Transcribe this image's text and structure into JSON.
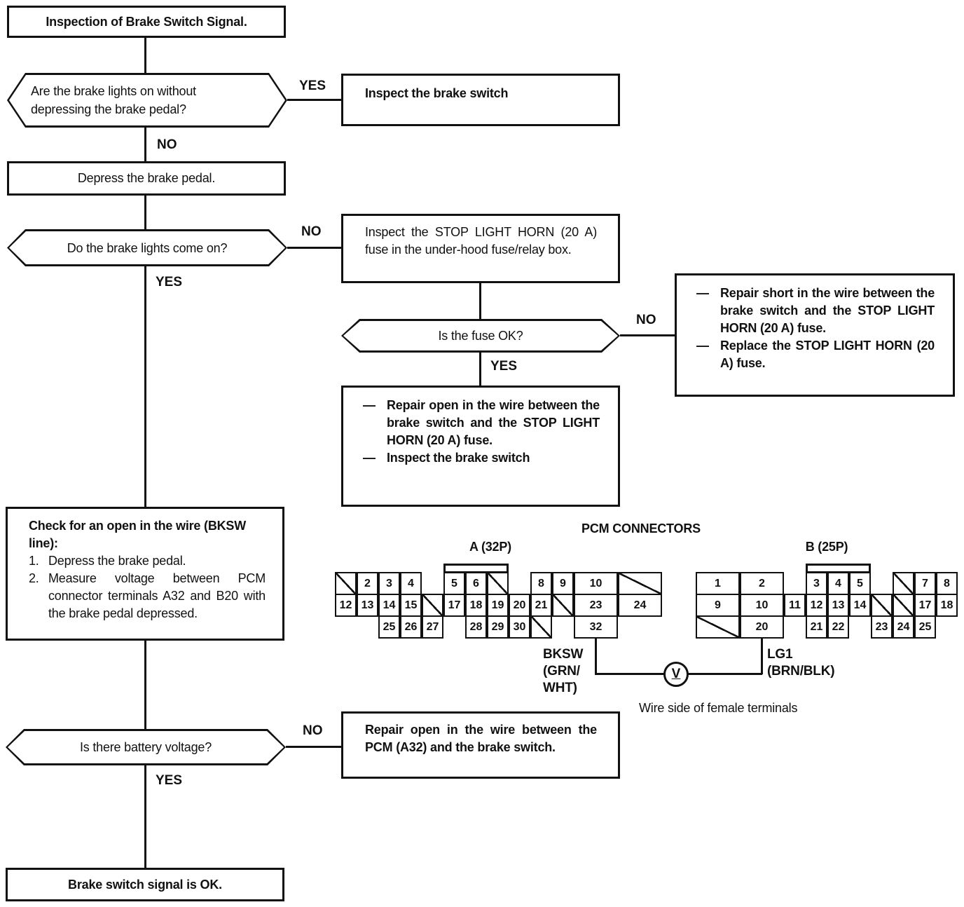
{
  "title": "Inspection of Brake Switch Signal.",
  "labels": {
    "yes": "YES",
    "no": "NO",
    "dash": "—"
  },
  "nodes": {
    "q_brake_lights_on": "Are the brake lights on without depressing the brake pedal?",
    "inspect_brake_switch": "Inspect the brake switch",
    "depress_pedal": "Depress the brake pedal.",
    "q_brake_lights_come_on": "Do the brake lights come on?",
    "inspect_fuse": "Inspect the STOP LIGHT HORN (20 A) fuse in the under-hood fuse/relay box.",
    "q_fuse_ok": "Is the fuse OK?",
    "fuse_no_actions": [
      "Repair short in the wire between the brake switch and the STOP LIGHT HORN (20 A) fuse.",
      "Replace the STOP LIGHT HORN (20 A) fuse."
    ],
    "fuse_yes_actions": [
      "Repair open in the wire between the brake switch and the STOP LIGHT HORN (20 A) fuse.",
      "Inspect the brake switch"
    ],
    "check_open_heading": "Check for an open in the wire (BKSW line):",
    "check_open_steps": [
      {
        "n": "1.",
        "t": "Depress the brake pedal."
      },
      {
        "n": "2.",
        "t": "Measure voltage between PCM connector terminals A32 and B20 with the brake pedal depressed."
      }
    ],
    "q_battery_voltage": "Is there battery voltage?",
    "battery_no_action": "Repair open in the wire between the PCM (A32) and the brake switch.",
    "signal_ok": "Brake switch signal is OK."
  },
  "connectors": {
    "title": "PCM CONNECTORS",
    "note": "Wire side of female terminals",
    "meter_symbol": "V",
    "probe_a": {
      "lines": [
        "BKSW",
        "(GRN/",
        "WHT)"
      ]
    },
    "probe_b": {
      "lines": [
        "LG1",
        "(BRN/BLK)"
      ]
    },
    "a": {
      "label": "A (32P)",
      "col_units": [
        1,
        1,
        1,
        1,
        1,
        1,
        1,
        1,
        1,
        1,
        1,
        2,
        2
      ],
      "tab_cols": [
        5,
        7
      ],
      "rows": [
        [
          {
            "c": 0,
            "s": 1
          },
          {
            "c": 1,
            "v": "2"
          },
          {
            "c": 2,
            "v": "3"
          },
          {
            "c": 3,
            "v": "4"
          },
          {
            "c": 5,
            "v": "5"
          },
          {
            "c": 6,
            "v": "6"
          },
          {
            "c": 7,
            "s": 1
          },
          {
            "c": 9,
            "v": "8"
          },
          {
            "c": 10,
            "v": "9"
          },
          {
            "c": 11,
            "v": "10"
          },
          {
            "c": 12,
            "s": 1
          }
        ],
        [
          {
            "c": 0,
            "v": "12"
          },
          {
            "c": 1,
            "v": "13"
          },
          {
            "c": 2,
            "v": "14"
          },
          {
            "c": 3,
            "v": "15"
          },
          {
            "c": 4,
            "s": 1
          },
          {
            "c": 5,
            "v": "17"
          },
          {
            "c": 6,
            "v": "18"
          },
          {
            "c": 7,
            "v": "19"
          },
          {
            "c": 8,
            "v": "20"
          },
          {
            "c": 9,
            "v": "21"
          },
          {
            "c": 10,
            "s": 1
          },
          {
            "c": 11,
            "v": "23"
          },
          {
            "c": 12,
            "v": "24"
          }
        ],
        [
          {
            "c": 2,
            "v": "25"
          },
          {
            "c": 3,
            "v": "26"
          },
          {
            "c": 4,
            "v": "27"
          },
          {
            "c": 6,
            "v": "28"
          },
          {
            "c": 7,
            "v": "29"
          },
          {
            "c": 8,
            "v": "30"
          },
          {
            "c": 9,
            "s": 1
          },
          {
            "c": 11,
            "v": "32"
          }
        ]
      ]
    },
    "b": {
      "label": "B (25P)",
      "col_units": [
        2,
        2,
        1,
        1,
        1,
        1,
        1,
        1,
        1,
        1
      ],
      "tab_cols": [
        3,
        5
      ],
      "rows": [
        [
          {
            "c": 0,
            "v": "1"
          },
          {
            "c": 1,
            "v": "2"
          },
          {
            "c": 3,
            "v": "3"
          },
          {
            "c": 4,
            "v": "4"
          },
          {
            "c": 5,
            "v": "5"
          },
          {
            "c": 7,
            "s": 1
          },
          {
            "c": 8,
            "v": "7"
          },
          {
            "c": 9,
            "v": "8"
          }
        ],
        [
          {
            "c": 0,
            "v": "9"
          },
          {
            "c": 1,
            "v": "10"
          },
          {
            "c": 2,
            "v": "11"
          },
          {
            "c": 3,
            "v": "12"
          },
          {
            "c": 4,
            "v": "13"
          },
          {
            "c": 5,
            "v": "14"
          },
          {
            "c": 6,
            "s": 1
          },
          {
            "c": 7,
            "s": 1
          },
          {
            "c": 8,
            "v": "17"
          },
          {
            "c": 9,
            "v": "18"
          }
        ],
        [
          {
            "c": 0,
            "s": 1
          },
          {
            "c": 1,
            "v": "20"
          },
          {
            "c": 3,
            "v": "21"
          },
          {
            "c": 4,
            "v": "22"
          },
          {
            "c": 6,
            "v": "23"
          },
          {
            "c": 7,
            "v": "24"
          },
          {
            "c": 8,
            "v": "25"
          }
        ]
      ]
    }
  },
  "colors": {
    "ink": "#111111",
    "paper": "#ffffff"
  }
}
